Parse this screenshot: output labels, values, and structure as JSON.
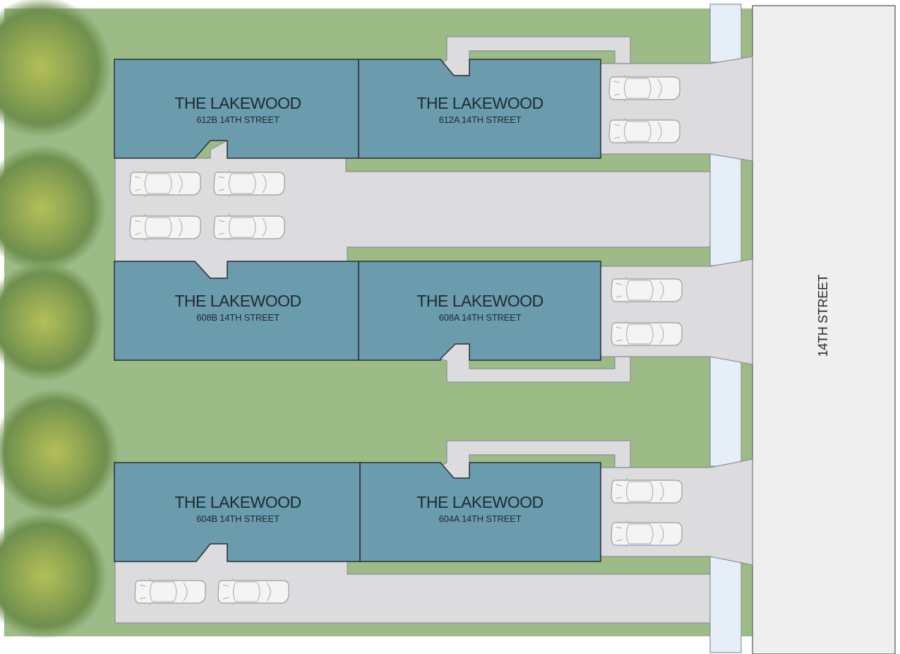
{
  "street": {
    "name": "14TH STREET"
  },
  "units": [
    {
      "id": "612b",
      "title": "THE LAKEWOOD",
      "address": "612B 14TH STREET"
    },
    {
      "id": "612a",
      "title": "THE LAKEWOOD",
      "address": "612A 14TH STREET"
    },
    {
      "id": "608b",
      "title": "THE LAKEWOOD",
      "address": "608B 14TH STREET"
    },
    {
      "id": "608a",
      "title": "THE LAKEWOOD",
      "address": "608A 14TH STREET"
    },
    {
      "id": "604b",
      "title": "THE LAKEWOOD",
      "address": "604B 14TH STREET"
    },
    {
      "id": "604a",
      "title": "THE LAKEWOOD",
      "address": "604A 14TH STREET"
    }
  ],
  "colors": {
    "lawn": "#9cbb87",
    "building": "#6a9cae",
    "paving": "#dcdcde",
    "sidewalk": "#e6eff8",
    "street": "#efefef"
  },
  "icons": [
    "tree-icon",
    "car-icon"
  ]
}
